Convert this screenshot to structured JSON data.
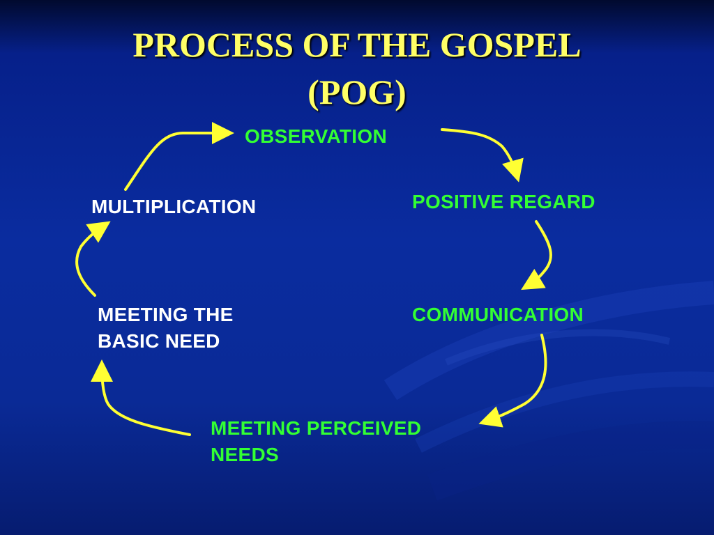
{
  "slide": {
    "title_line1": "PROCESS OF THE GOSPEL",
    "title_line2": "(POG)"
  },
  "nodes": {
    "observation": "OBSERVATION",
    "positive_regard": "POSITIVE REGARD",
    "communication": "COMMUNICATION",
    "meeting_perceived_needs_line1": "MEETING PERCEIVED",
    "meeting_perceived_needs_line2": "NEEDS",
    "meeting_basic_need_line1": "MEETING THE",
    "meeting_basic_need_line2": "BASIC NEED",
    "multiplication": "MULTIPLICATION"
  },
  "colors": {
    "title": "#ffff66",
    "node_green": "#33ff33",
    "node_white": "#ffffff",
    "arrow": "#ffff33",
    "background": "#0a2c9f"
  }
}
